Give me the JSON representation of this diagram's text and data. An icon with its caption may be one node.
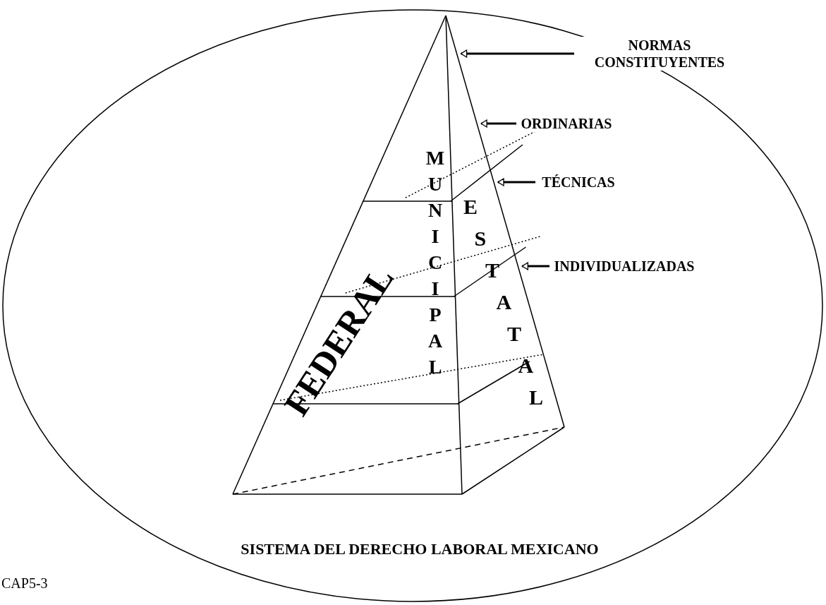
{
  "diagram": {
    "nodes": [
      {
        "text": [
          "SISTEMA DEL DERECHO LABORAL MEXICANO"
        ]
      },
      {
        "text": [
          "MUNICIPAL",
          "ESTATAL",
          "FEDERAL"
        ],
        "in": 0
      },
      {
        "text": [
          "NORMAS CONSTITUYENTES"
        ],
        "in": 0
      },
      {
        "text": [
          "ORDINARIAS"
        ],
        "in": 0
      },
      {
        "text": [
          "TÉCNICAS"
        ],
        "in": 0
      },
      {
        "text": [
          "INDIVIDUALIZADAS"
        ],
        "in": 0
      }
    ],
    "edges": [
      {
        "from": 2,
        "to": 1,
        "arrow": "to"
      },
      {
        "from": 3,
        "to": 1,
        "arrow": "to"
      },
      {
        "from": 4,
        "to": 1,
        "arrow": "to"
      },
      {
        "from": 5,
        "to": 1,
        "arrow": "to"
      }
    ],
    "labels": [
      "CAP5-3"
    ]
  }
}
